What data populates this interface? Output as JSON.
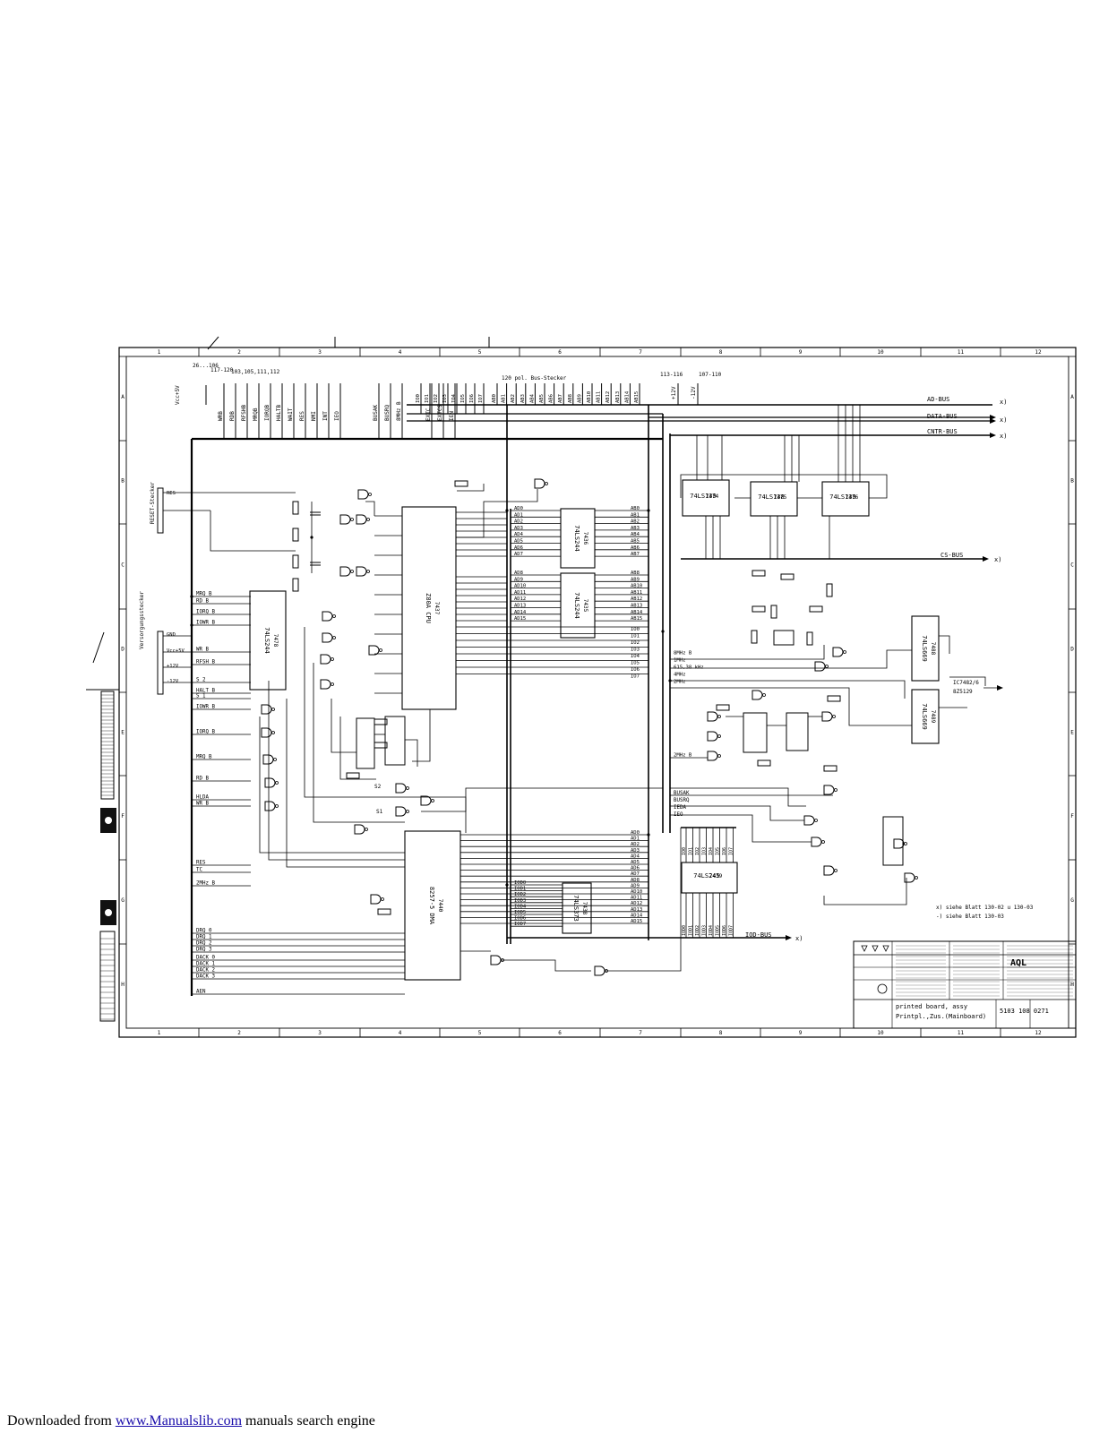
{
  "grid": {
    "columns": [
      "1",
      "2",
      "3",
      "4",
      "5",
      "6",
      "7",
      "8",
      "9",
      "10",
      "11",
      "12"
    ],
    "rows": [
      "A",
      "B",
      "C",
      "D",
      "E",
      "F",
      "G",
      "H"
    ]
  },
  "top_pins": {
    "vcc": "Vcc+5V",
    "groups": [
      "117-120",
      "26...106",
      "103,105,111,112",
      "120 pol. Bus-Stecker",
      "113-116",
      "107-110"
    ],
    "signals": [
      "WRB",
      "RDB",
      "RFSHB",
      "MRQB",
      "IORQB",
      "HALTB",
      "WAIT",
      "RES",
      "NMI",
      "INT",
      "IEO",
      "BUSAK",
      "BUSRQ",
      "8MHz B",
      "EXTC",
      "EXTCS",
      "IEN",
      "+12V",
      "-12V"
    ]
  },
  "buses": {
    "ad": "AD-BUS",
    "data": "DATA-BUS",
    "cntr": "CNTR-BUS",
    "cs": "CS-BUS",
    "io": "IOD-BUS",
    "x": "x)"
  },
  "chips": {
    "cpu": {
      "name": "Z80A CPU",
      "ref": "7437"
    },
    "dma": {
      "name": "8257-5 DMA",
      "ref": "7440"
    },
    "u7436": {
      "name": "74LS244",
      "ref": "7436"
    },
    "u7435": {
      "name": "74LS244",
      "ref": "7435"
    },
    "u7438": {
      "name": "74LS373",
      "ref": "7438"
    },
    "u7439": {
      "name": "74LS245",
      "ref": "7439"
    },
    "u7474": {
      "name": "74LS139",
      "ref": "7474"
    },
    "u7475": {
      "name": "74LS138",
      "ref": "7475"
    },
    "u7476": {
      "name": "74LS139",
      "ref": "7476"
    },
    "u7478": {
      "name": "74LS244",
      "ref": "7478"
    },
    "u7488": {
      "name": "74LS669",
      "ref": "7488"
    },
    "u7489": {
      "name": "74LS669",
      "ref": "7489"
    }
  },
  "connectors": {
    "reset": "RESET-Stecker",
    "supply": "Versorgungsstecker",
    "gnd": "GND",
    "vcc": "Vcc+5V",
    "p12": "+12V",
    "m12": "-12V",
    "pin_labels": [
      "S1",
      "S2",
      "RES",
      "TC",
      "2MHz B",
      "HLDA",
      "WR B",
      "RD B",
      "MRQ B",
      "IORQ B",
      "IOWR B",
      "RFSH B",
      "HALT B"
    ]
  },
  "address_lines": [
    "AD0",
    "AD1",
    "AD2",
    "AD3",
    "AD4",
    "AD5",
    "AD6",
    "AD7",
    "AD8",
    "AD9",
    "AD10",
    "AD11",
    "AD12",
    "AD13",
    "AD14",
    "AD15"
  ],
  "bus_lines": [
    "AB0",
    "AB1",
    "AB2",
    "AB3",
    "AB4",
    "AB5",
    "AB6",
    "AB7",
    "AB8",
    "AB9",
    "AB10",
    "AB11",
    "AB12",
    "AB13",
    "AB14",
    "AB15"
  ],
  "data_lines": [
    "IO0",
    "IO1",
    "IO2",
    "IO3",
    "IO4",
    "IO5",
    "IO6",
    "IO7"
  ],
  "latch_lines": [
    "IOD0",
    "IOD1",
    "IOD2",
    "IOD3",
    "IOD4",
    "IOD5",
    "IOD6",
    "IOD7"
  ],
  "dma_lines": [
    "DRQ 0",
    "DRQ 1",
    "DRQ 2",
    "DRQ 3",
    "DACK 0",
    "DACK 1",
    "DACK 2",
    "DACK 3",
    "AEN"
  ],
  "clock_lines": [
    "8MHz B",
    "1MHz",
    "615,38 kHz",
    "4MHz",
    "2MHz",
    "2MHz B"
  ],
  "right_signals": [
    "BUSAK",
    "BUSRQ",
    "IEDA",
    "IEO"
  ],
  "notes": {
    "note1": "x) siehe Blatt 130-02 u 130-03",
    "note2": "-) siehe Blatt 130-03",
    "ic": "IC7482/6",
    "ic2": "8Z5129"
  },
  "title_block": {
    "company": "AQL",
    "title_en": "printed board, assy",
    "title_de": "Printpl.,Zus.(Mainboard)",
    "number": "5103 108 0271"
  },
  "footer": {
    "prefix": "Downloaded from ",
    "link": "www.Manualslib.com",
    "suffix": " manuals search engine"
  }
}
